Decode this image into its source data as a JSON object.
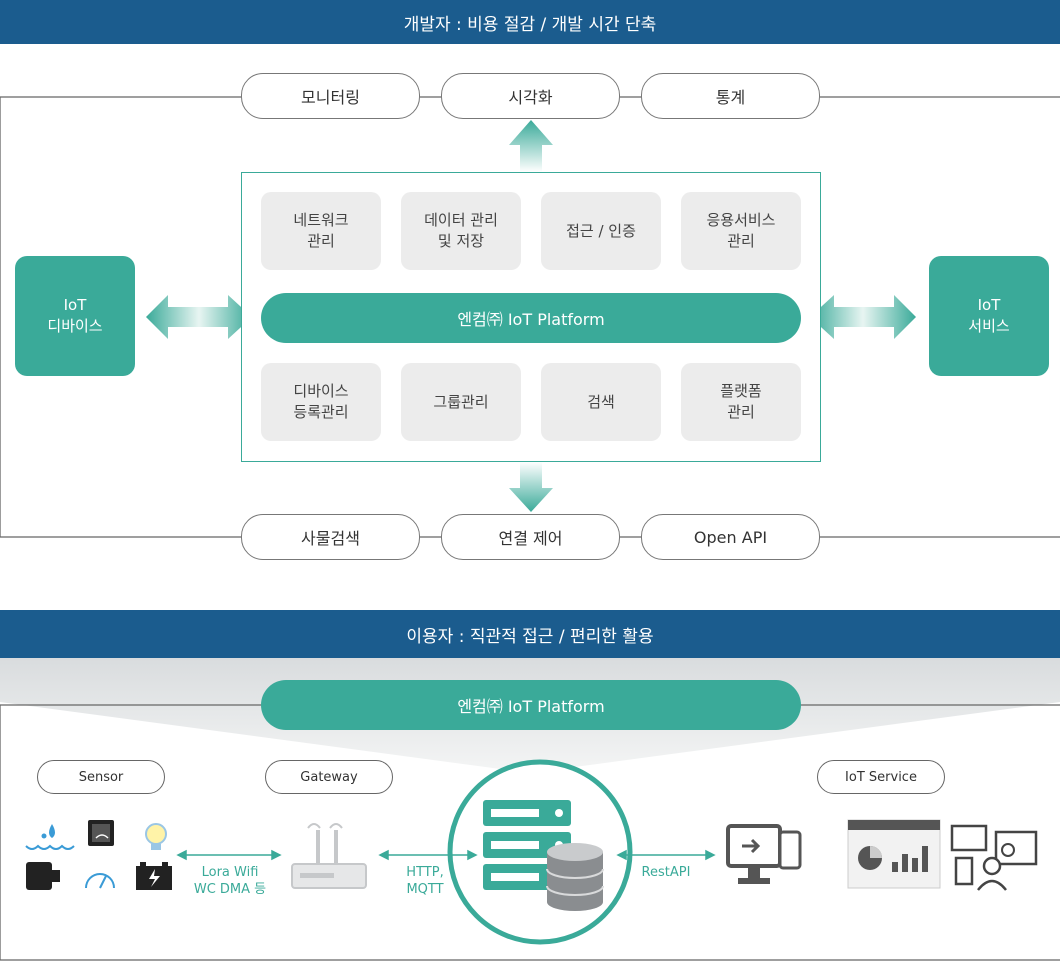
{
  "developer": {
    "banner": "개발자 : 비용 절감 / 개발 시간 단축",
    "top_pills": [
      "모니터링",
      "시각화",
      "통계"
    ],
    "bottom_pills": [
      "사물검색",
      "연결 제어",
      "Open API"
    ],
    "module_boxes_top": [
      "네트워크\n관리",
      "데이터 관리\n및 저장",
      "접근 / 인증",
      "응용서비스\n관리"
    ],
    "platform_label": "엔컴㈜ IoT Platform",
    "module_boxes_bottom": [
      "디바이스\n등록관리",
      "그룹관리",
      "검색",
      "플랫폼\n관리"
    ],
    "left_box": "IoT\n디바이스",
    "right_box": "IoT\n서비스"
  },
  "user": {
    "banner": "이용자 : 직관적 접근 / 편리한 활용",
    "platform_label": "엔컴㈜ IoT Platform",
    "nodes": [
      "Sensor",
      "Gateway",
      "IoT Service"
    ],
    "connectors": [
      "Lora Wifi\nWC DMA 등",
      "HTTP,\nMQTT",
      "RestAPI"
    ]
  },
  "colors": {
    "banner": "#1b5c8e",
    "teal": "#3aaa99",
    "grey_box": "#ececec"
  }
}
